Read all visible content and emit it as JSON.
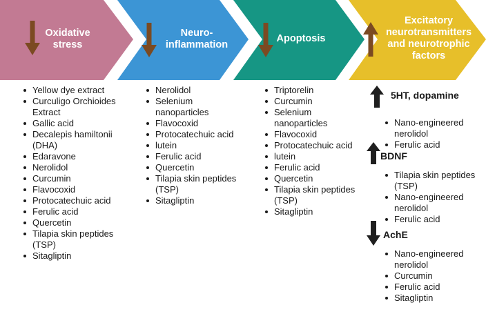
{
  "columns": [
    {
      "title": "Oxidative stress",
      "color": "#c27a93",
      "direction": "down",
      "items": [
        "Yellow dye extract",
        "Curculigo Orchioides Extract",
        "Gallic acid",
        "Decalepis hamiltonii (DHA)",
        "Edaravone",
        "Nerolidol",
        "Curcumin",
        "Flavocoxid",
        "Protocatechuic acid",
        "Ferulic acid",
        "Quercetin",
        "Tilapia skin peptides (TSP)",
        "Sitagliptin"
      ]
    },
    {
      "title": "Neuro-inflammation",
      "color": "#3c95d5",
      "direction": "down",
      "items": [
        "Nerolidol",
        "Selenium nanoparticles",
        "Flavocoxid",
        "Protocatechuic acid",
        "lutein",
        "Ferulic acid",
        "Quercetin",
        "Tilapia skin peptides (TSP)",
        "Sitagliptin"
      ]
    },
    {
      "title": "Apoptosis",
      "color": "#169684",
      "direction": "down",
      "items": [
        "Triptorelin",
        "Curcumin",
        "Selenium nanoparticles",
        "Flavocoxid",
        "Protocatechuic acid",
        "lutein",
        "Ferulic acid",
        "Quercetin",
        "Tilapia skin peptides (TSP)",
        "Sitagliptin"
      ]
    },
    {
      "title": "Excitatory neurotransmitters and neurotrophic factors",
      "color": "#e7bf2a",
      "direction": "up",
      "groups": [
        {
          "label": "5HT, dopamine",
          "direction": "up",
          "items": [
            "Nano-engineered nerolidol",
            "Ferulic acid"
          ]
        },
        {
          "label": "BDNF",
          "direction": "up",
          "items": [
            "Tilapia skin peptides (TSP)",
            "Nano-engineered nerolidol",
            "Ferulic acid"
          ]
        },
        {
          "label": "AchE",
          "direction": "down",
          "items": [
            "Nano-engineered nerolidol",
            "Curcumin",
            "Ferulic acid",
            "Sitagliptin"
          ]
        }
      ]
    }
  ],
  "colors": {
    "header_arrow": "#7b4a22",
    "list_arrow": "#1f1f1f",
    "text": "#1a1a1a"
  }
}
